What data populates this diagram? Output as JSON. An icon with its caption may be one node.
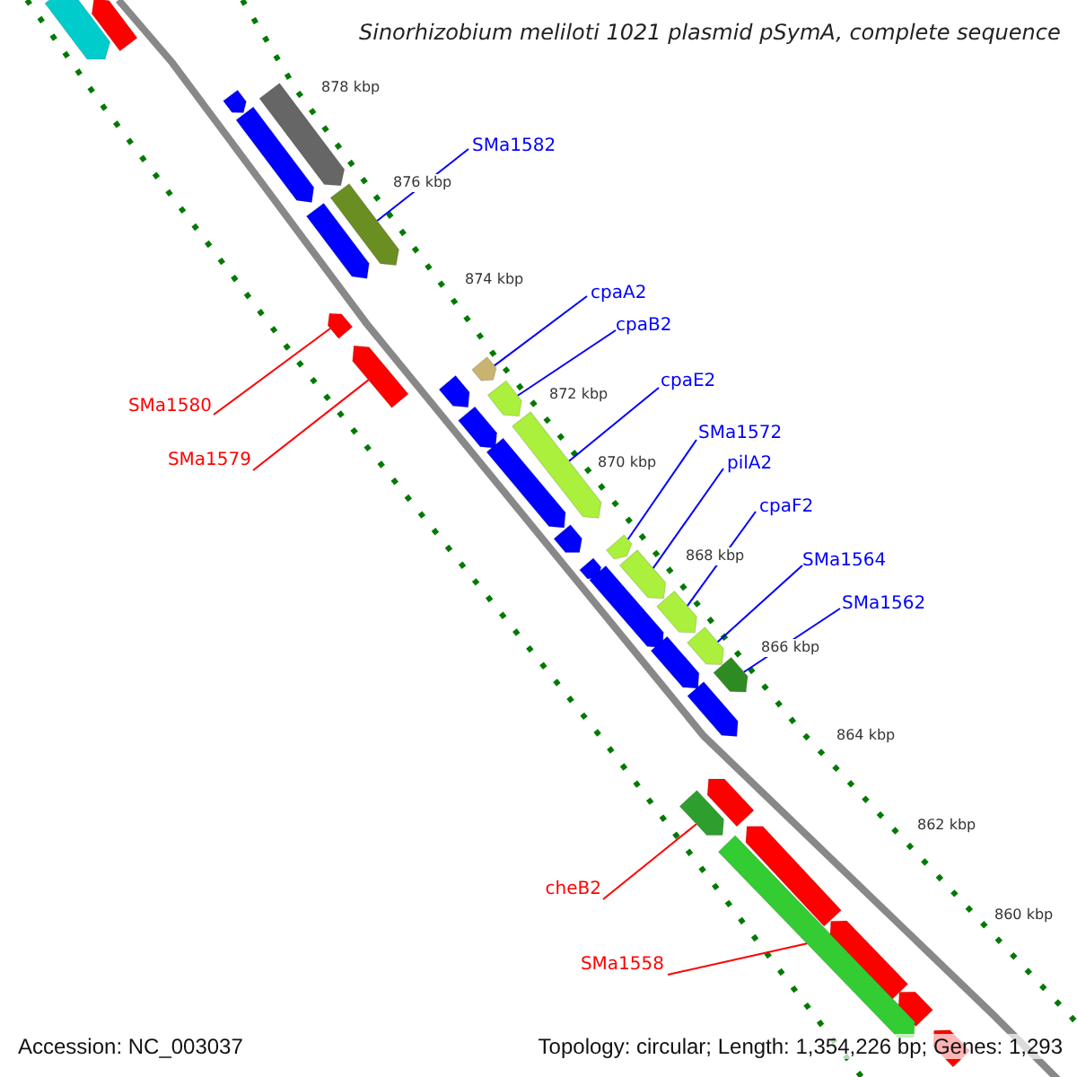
{
  "diagram": {
    "title": "Sinorhizobium meliloti 1021 plasmid pSymA, complete sequence",
    "nodes": [
      {
        "text": [
          "SMa1582"
        ]
      },
      {
        "text": [
          "cpaA2"
        ]
      },
      {
        "text": [
          "cpaB2"
        ]
      },
      {
        "text": [
          "cpaE2"
        ]
      },
      {
        "text": [
          "SMa1580"
        ]
      },
      {
        "text": [
          "SMa1572"
        ]
      },
      {
        "text": [
          "pilA2"
        ]
      },
      {
        "text": [
          "SMa1579"
        ]
      },
      {
        "text": [
          "cpaF2"
        ]
      },
      {
        "text": [
          "SMa1564"
        ]
      },
      {
        "text": [
          "SMa1562"
        ]
      },
      {
        "text": [
          "cheB2"
        ]
      },
      {
        "text": [
          "SMa1558"
        ]
      },
      {
        "text": [],
        "shape": "arrow"
      },
      {
        "text": [],
        "shape": "arrow"
      },
      {
        "text": [],
        "shape": "arrow"
      },
      {
        "text": [],
        "shape": "arrow"
      },
      {
        "text": [],
        "shape": "arrow"
      },
      {
        "text": [],
        "shape": "arrow"
      },
      {
        "text": [],
        "shape": "arrow"
      },
      {
        "text": [],
        "shape": "arrow"
      },
      {
        "text": [],
        "shape": "arrow"
      },
      {
        "text": [],
        "shape": "arrow"
      },
      {
        "text": [],
        "shape": "arrow"
      },
      {
        "text": [],
        "shape": "arrow"
      },
      {
        "text": [],
        "shape": "arrow"
      }
    ],
    "edges": [
      {
        "from": 0,
        "to": 13,
        "arrow": "none"
      },
      {
        "from": 1,
        "to": 16,
        "arrow": "none"
      },
      {
        "from": 2,
        "to": 17,
        "arrow": "none"
      },
      {
        "from": 3,
        "to": 18,
        "arrow": "none"
      },
      {
        "from": 4,
        "to": 14,
        "arrow": "none",
        "color": "#ff0000"
      },
      {
        "from": 5,
        "to": 19,
        "arrow": "none"
      },
      {
        "from": 6,
        "to": 20,
        "arrow": "none"
      },
      {
        "from": 7,
        "to": 15,
        "arrow": "none",
        "color": "#ff0000"
      },
      {
        "from": 8,
        "to": 21,
        "arrow": "none"
      },
      {
        "from": 9,
        "to": 22,
        "arrow": "none"
      },
      {
        "from": 10,
        "to": 23,
        "arrow": "none"
      },
      {
        "from": 11,
        "to": 24,
        "arrow": "none",
        "color": "#ff0000"
      },
      {
        "from": 12,
        "to": 25,
        "arrow": "none",
        "color": "#ff0000"
      }
    ],
    "labels": [
      "878 kbp",
      "876 kbp",
      "874 kbp",
      "872 kbp",
      "870 kbp",
      "868 kbp",
      "866 kbp",
      "864 kbp",
      "862 kbp",
      "860 kbp",
      "Accession: NC_003037",
      "Topology: circular; Length: 1,354,226 bp; Genes: 1,293"
    ]
  }
}
